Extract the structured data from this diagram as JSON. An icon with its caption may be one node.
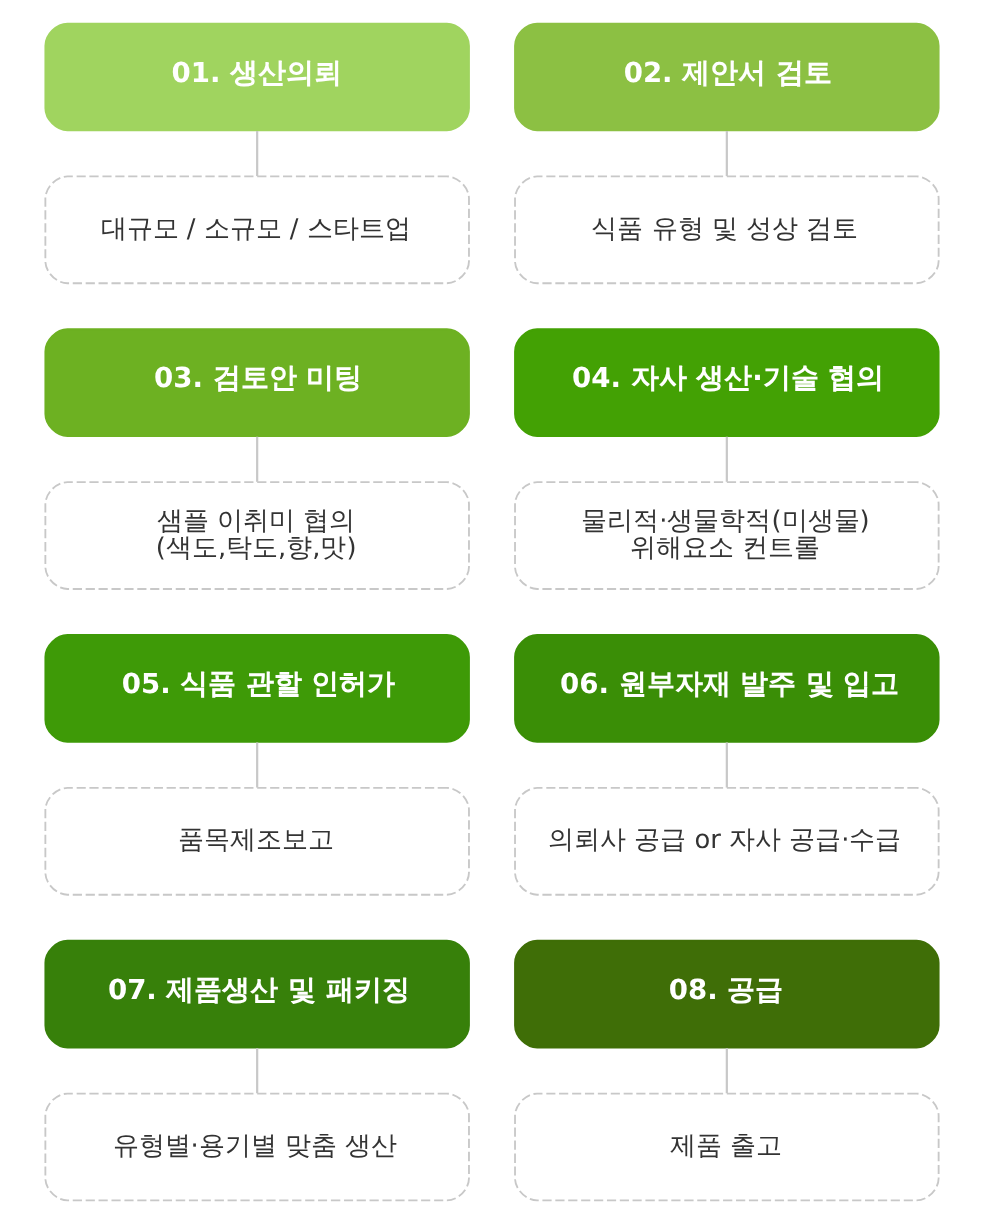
{
  "diagram": {
    "nodes": [
      {
        "text": [
          "01. 생산의뢰"
        ]
      },
      {
        "text": [
          "대규모 / 소규모 / 스타트업"
        ]
      },
      {
        "text": [
          "02. 제안서 검토"
        ]
      },
      {
        "text": [
          "식품 유형 및 성상 검토"
        ]
      },
      {
        "text": [
          "03. 검토안 미팅"
        ]
      },
      {
        "text": [
          "샘플 이취미 협의 (색도,탁도,향,맛)"
        ]
      },
      {
        "text": [
          "04. 자사 생산·기술 협의"
        ]
      },
      {
        "text": [
          "물리적·생물학적(미생물) 위해요소 컨트롤"
        ]
      },
      {
        "text": [
          "05. 식품 관할 인허가"
        ]
      },
      {
        "text": [
          "품목제조보고"
        ]
      },
      {
        "text": [
          "06. 원부자재 발주 및 입고"
        ]
      },
      {
        "text": [
          "의뢰사 공급 or 자사 공급·수급"
        ]
      },
      {
        "text": [
          "07. 제품생산 및 패키징"
        ]
      },
      {
        "text": [
          "유형별·용기별 맞춤 생산"
        ]
      },
      {
        "text": [
          "08. 공급"
        ]
      },
      {
        "text": [
          "제품 출고"
        ]
      }
    ],
    "edges": [
      {
        "from": 0,
        "to": 1,
        "arrow": "none"
      },
      {
        "from": 2,
        "to": 3,
        "arrow": "none"
      },
      {
        "from": 4,
        "to": 5,
        "arrow": "none"
      },
      {
        "from": 6,
        "to": 7,
        "arrow": "none"
      },
      {
        "from": 8,
        "to": 9,
        "arrow": "none"
      },
      {
        "from": 10,
        "to": 11,
        "arrow": "none"
      },
      {
        "from": 12,
        "to": 13,
        "arrow": "none"
      },
      {
        "from": 14,
        "to": 15,
        "arrow": "none"
      }
    ]
  }
}
